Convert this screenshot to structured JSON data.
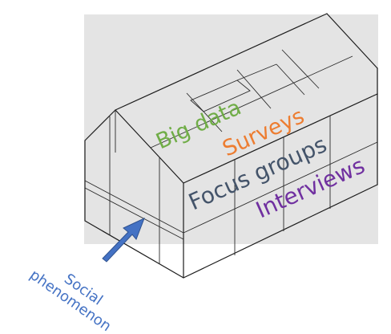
{
  "labels": {
    "big_data": "Big data",
    "surveys": "Surveys",
    "focus_groups": "Focus groups",
    "interviews": "Interviews",
    "social_line1": "Social",
    "social_line2": "phenomenon"
  },
  "colors": {
    "background_panel": "#e4e4e4",
    "big_data": "#70ad47",
    "surveys": "#ed7d31",
    "focus_groups": "#44546a",
    "interviews": "#7030a0",
    "social_text": "#4472c4",
    "arrow": "#4472c4",
    "arrow_border": "#2f528f"
  }
}
